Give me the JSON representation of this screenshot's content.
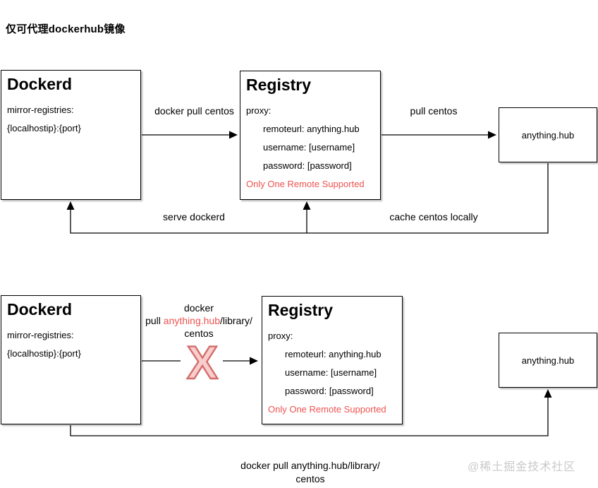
{
  "page": {
    "title": "仅可代理dockerhub镜像",
    "watermark": "@稀土掘金技术社区"
  },
  "colors": {
    "warning_red": "#ef5350",
    "x_fill": "#f8cecc",
    "x_stroke": "#d56c6c",
    "watermark_gray": "#c9c9c9",
    "box_border": "#000000"
  },
  "top_flow": {
    "dockerd": {
      "title": "Dockerd",
      "lines": [
        "mirror-registries:",
        "{localhostip}:{port}"
      ]
    },
    "registry": {
      "title": "Registry",
      "proxy_label": "proxy:",
      "entries": [
        "remoteurl: anything.hub",
        "username: [username]",
        "password: [password]"
      ],
      "warning": "Only One Remote Supported"
    },
    "hub": {
      "label": "anything.hub"
    },
    "labels": {
      "dockerd_to_registry": "docker pull centos",
      "registry_to_hub": "pull centos",
      "serve": "serve dockerd",
      "cache": "cache centos locally"
    }
  },
  "bottom_flow": {
    "dockerd": {
      "title": "Dockerd",
      "lines": [
        "mirror-registries:",
        "{localhostip}:{port}"
      ]
    },
    "registry": {
      "title": "Registry",
      "proxy_label": "proxy:",
      "entries": [
        "remoteurl: anything.hub",
        "username: [username]",
        "password: [password]"
      ],
      "warning": "Only One Remote Supported"
    },
    "hub": {
      "label": "anything.hub"
    },
    "labels": {
      "blocked_line1": "docker",
      "blocked_line2_pre": "pull ",
      "blocked_line2_red": "anything.hub",
      "blocked_line2_post": "/library/",
      "blocked_line3": "centos",
      "x_mark": "X",
      "bottom_line1": "docker pull anything.hub/library/",
      "bottom_line2": "centos"
    }
  }
}
